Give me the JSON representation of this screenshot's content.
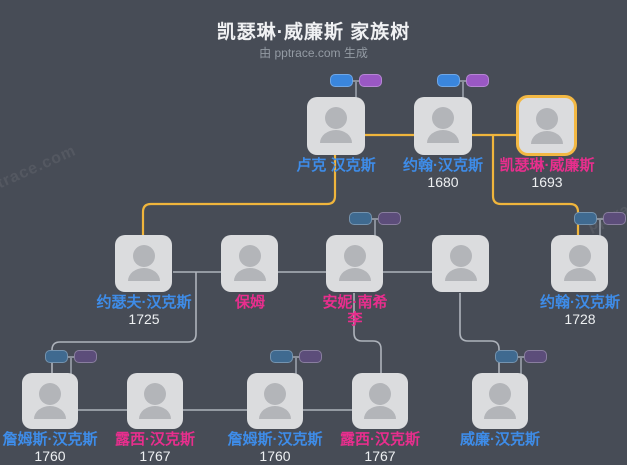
{
  "header": {
    "title": "凯瑟琳·威廉斯 家族树",
    "subtitle": "由 pptrace.com 生成"
  },
  "watermark": {
    "text": "pptrace.com"
  },
  "colors": {
    "background": "#474c56",
    "card": "#dbdcde",
    "card_icon": "#b3b5b9",
    "highlight_border": "#f3b843",
    "lineage_line_yellow": "#f0b53c",
    "relation_line_gray": "#aeb3bb",
    "name_blue": "#3e8ce8",
    "name_pink": "#e82e8d",
    "year_white": "#eef0f2",
    "badge_blue_bright": "#3a86dd",
    "badge_purple_bright": "#9a58c4",
    "badge_blue_muted": "#3f6a90",
    "badge_purple_muted": "#5c4d7a"
  },
  "people": [
    {
      "name": "卢克 汉克斯"
    },
    {
      "name": "约翰·汉克斯",
      "year": "1680"
    },
    {
      "name": "凯瑟琳·威廉斯",
      "year": "1693"
    },
    {
      "name": "约瑟夫·汉克斯",
      "year": "1725"
    },
    {
      "name": "保姆"
    },
    {
      "name": "安妮·南希",
      "name2": "李"
    },
    {
      "name": ""
    },
    {
      "name": "约翰·汉克斯",
      "year": "1728"
    },
    {
      "name": "詹姆斯·汉克斯",
      "year": "1760"
    },
    {
      "name": "露西·汉克斯",
      "year": "1767"
    },
    {
      "name": "詹姆斯·汉克斯",
      "year": "1760"
    },
    {
      "name": "露西·汉克斯",
      "year": "1767"
    },
    {
      "name": "威廉·汉克斯"
    }
  ]
}
